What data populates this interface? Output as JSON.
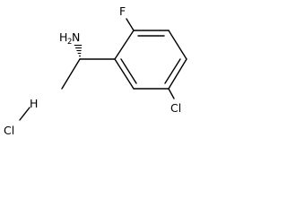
{
  "molecule": {
    "atoms": {
      "fluorine": "F",
      "chlorine_ring": "Cl",
      "amine_element": "H",
      "amine_count": "2",
      "amine_nitrogen": "N",
      "hcl_hydrogen": "H",
      "hcl_chlorine": "Cl"
    }
  }
}
